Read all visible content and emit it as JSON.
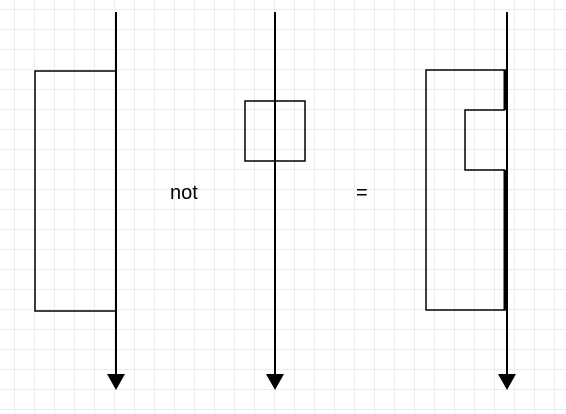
{
  "operators": {
    "not": "not",
    "equals": "="
  },
  "colors": {
    "stroke": "#000000",
    "grid": "#ececec",
    "background": "#ffffff"
  },
  "diagrams": [
    {
      "role": "left-operand",
      "elements": [
        "timeline-arrow",
        "large-rectangle"
      ]
    },
    {
      "role": "right-operand",
      "elements": [
        "timeline-arrow",
        "small-square"
      ]
    },
    {
      "role": "result",
      "elements": [
        "timeline-arrow",
        "large-rectangle",
        "small-notch"
      ]
    }
  ]
}
